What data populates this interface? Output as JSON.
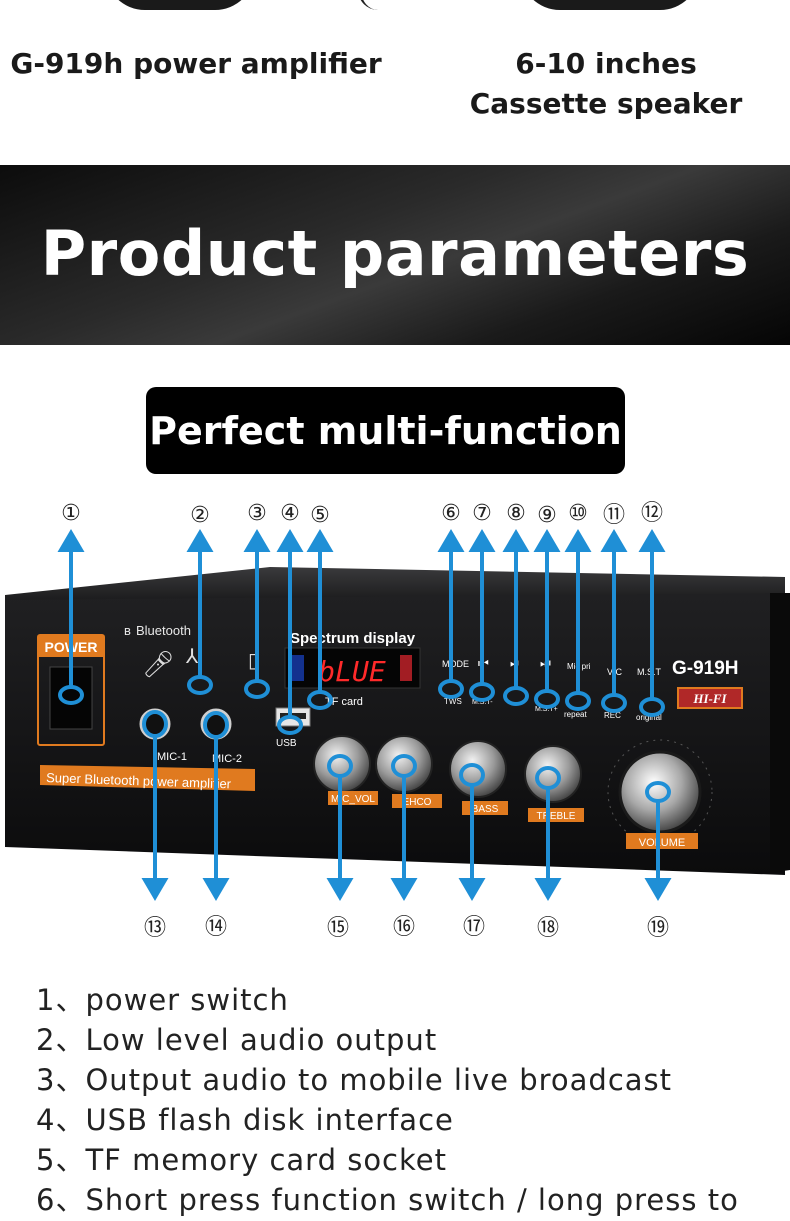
{
  "top_captions": {
    "left": "G-919h power amplifier",
    "right_line1": "6-10 inches",
    "right_line2": "Cassette speaker"
  },
  "banner": {
    "title": "Product parameters"
  },
  "pill": {
    "label": "Perfect multi-function"
  },
  "device": {
    "brand_bt": "Bluetooth",
    "power": "POWER",
    "spectrum": "Spectrum display",
    "display": "bLUE",
    "tf": "TF card",
    "model": "G-919H",
    "hifi": "HI-FI",
    "strip": "Super Bluetooth power amplifier",
    "mic1": "MIC-1",
    "mic2": "MIC-2",
    "usb": "USB",
    "mode": "MODE",
    "tws": "TWS",
    "prev": "M.S.T-",
    "next": "M.S.T+",
    "micpri": "Mic pri",
    "repeat": "repeat",
    "vc": "V/C",
    "rec": "REC",
    "mst": "M.S.T",
    "original": "original",
    "knobs": [
      "MIC_VOL",
      "EHCO",
      "BASS",
      "TREBLE"
    ],
    "volume": "VOLUME",
    "callouts_top": [
      "①",
      "②",
      "③",
      "④",
      "⑤",
      "⑥",
      "⑦",
      "⑧",
      "⑨",
      "⑩",
      "⑪",
      "⑫"
    ],
    "callouts_bottom": [
      "⑬",
      "⑭",
      "⑮",
      "⑯",
      "⑰",
      "⑱",
      "⑲"
    ]
  },
  "list": [
    "1、power switch",
    "2、Low level audio output",
    "3、Output audio to mobile live broadcast",
    "4、USB flash disk interface",
    "5、TF memory card socket",
    "6、Short press function switch / long press to"
  ],
  "colors": {
    "accent": "#1f8fd6",
    "orange": "#e07a1f",
    "red_led": "#ff2a2a"
  }
}
